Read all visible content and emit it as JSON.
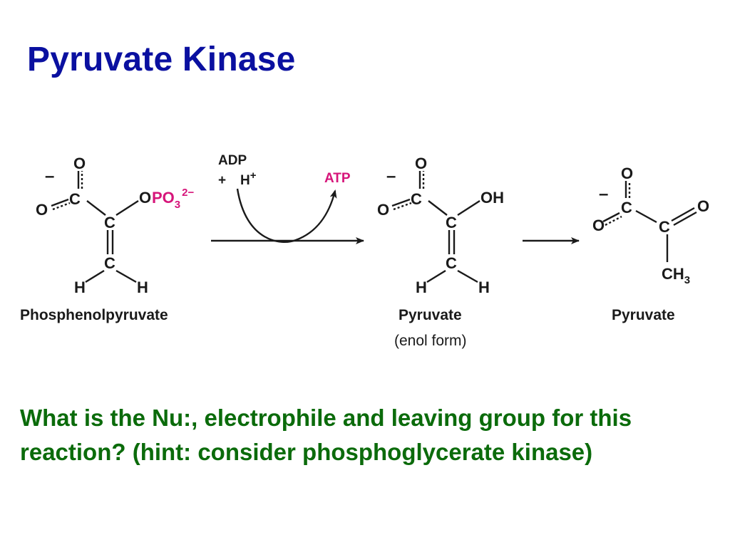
{
  "slide": {
    "title": "Pyruvate Kinase",
    "question": "What is the Nu:, electrophile and leaving group for this reaction? (hint: consider phosphoglycerate kinase)"
  },
  "diagram": {
    "reactant": {
      "name": "Phosphenolpyruvate",
      "phosphate_group": "PO",
      "phosphate_subscript": "3",
      "phosphate_charge": "2−"
    },
    "step1": {
      "cofactor_in_1": "ADP",
      "cofactor_in_plus": "+",
      "cofactor_in_2": "H",
      "cofactor_in_2_charge": "+",
      "cofactor_out": "ATP"
    },
    "intermediate": {
      "name": "Pyruvate",
      "form": "(enol form)",
      "hydroxyl": "OH"
    },
    "product": {
      "name": "Pyruvate",
      "methyl": "CH",
      "methyl_subscript": "3"
    },
    "atoms": {
      "carbon": "C",
      "oxygen": "O",
      "hydrogen": "H",
      "negative_charge": "–"
    },
    "colors": {
      "title": "#0a10a0",
      "question": "#0b6b0b",
      "highlight": "#d6157a",
      "ink": "#1a1a1a"
    }
  }
}
